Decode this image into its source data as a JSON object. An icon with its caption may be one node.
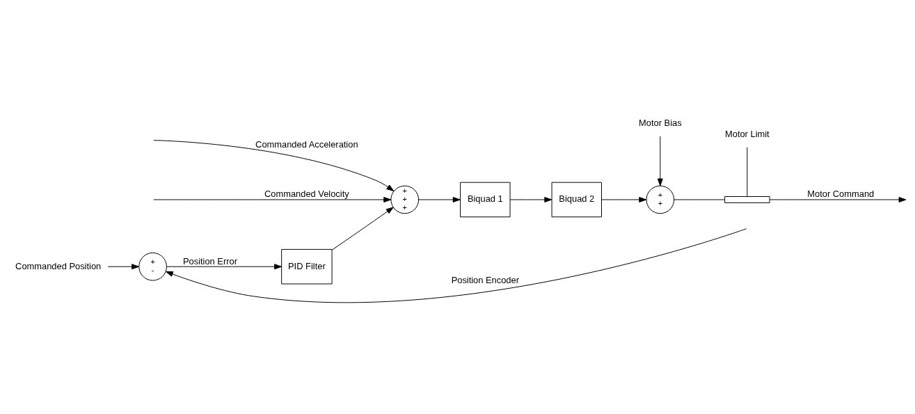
{
  "diagram": {
    "nodes": [
      {
        "text": [
          "+",
          "-"
        ]
      },
      {
        "text": [
          "PID Filter"
        ]
      },
      {
        "text": [
          "+",
          "+",
          "+"
        ]
      },
      {
        "text": [
          "Biquad 1"
        ]
      },
      {
        "text": [
          "Biquad 2"
        ]
      },
      {
        "text": [
          "+",
          "+"
        ]
      },
      {
        "text": [],
        "shape": "bar"
      },
      {
        "text": [
          "Motor Limit"
        ]
      },
      {
        "text": [
          "Motor Bias"
        ]
      },
      {
        "text": [
          "Commanded Position"
        ]
      }
    ],
    "edges": [
      {
        "from": null,
        "to": 2,
        "arrow": "to",
        "label": "Commanded Acceleration"
      },
      {
        "from": null,
        "to": 2,
        "arrow": "to",
        "label": "Commanded Velocity"
      },
      {
        "from": 9,
        "to": 0,
        "arrow": "to"
      },
      {
        "from": 0,
        "to": 1,
        "arrow": "to",
        "label": "Position Error"
      },
      {
        "from": 1,
        "to": 2,
        "arrow": "to"
      },
      {
        "from": 2,
        "to": 3,
        "arrow": "to"
      },
      {
        "from": 3,
        "to": 4,
        "arrow": "to"
      },
      {
        "from": 4,
        "to": 5,
        "arrow": "to"
      },
      {
        "from": 5,
        "to": 6,
        "arrow": "none"
      },
      {
        "from": 6,
        "to": null,
        "arrow": "to",
        "label": "Motor Command"
      },
      {
        "from": 7,
        "to": 6,
        "arrow": "none"
      },
      {
        "from": 8,
        "to": 5,
        "arrow": "to"
      },
      {
        "from": null,
        "to": 0,
        "arrow": "to",
        "label": "Position Encoder"
      }
    ]
  }
}
